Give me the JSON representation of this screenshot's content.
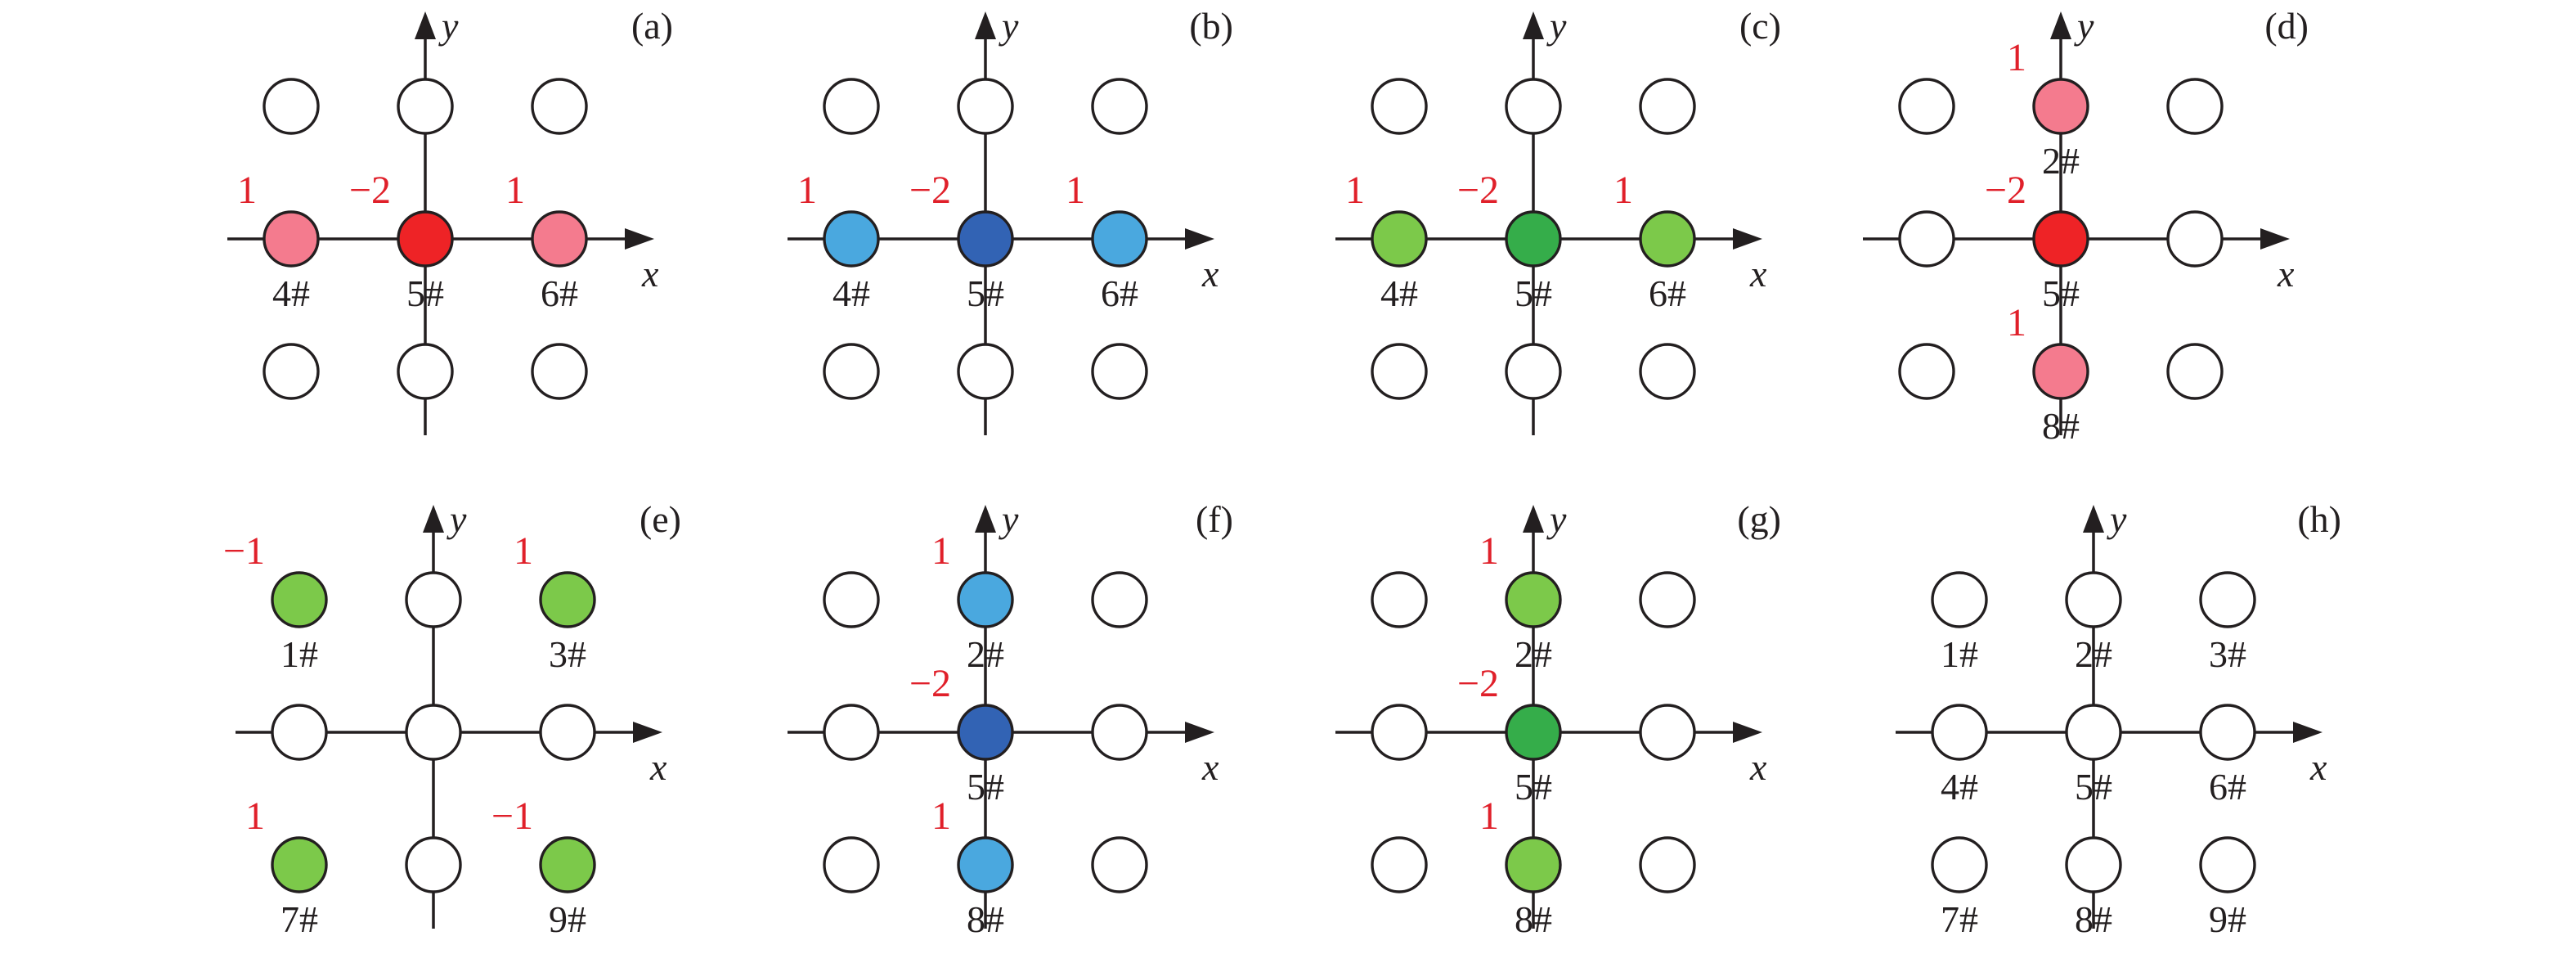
{
  "colors": {
    "white": "#ffffff",
    "pink": "#f47b8e",
    "red": "#ee2326",
    "light_blue": "#4aa8df",
    "dark_blue": "#3263b4",
    "light_green": "#7cc94a",
    "dark_green": "#35ad4a",
    "coefficient_text": "#e0202a",
    "line": "#231f20"
  },
  "axis_labels": {
    "x": "x",
    "y": "y"
  },
  "panels": [
    {
      "id": "a",
      "label": "(a)",
      "nodes": [
        "white",
        "white",
        "white",
        "pink",
        "red",
        "pink",
        "white",
        "white",
        "white"
      ],
      "tags": {
        "4": "4#",
        "5": "5#",
        "6": "6#"
      },
      "coefficients": {
        "4": "1",
        "5": "−2",
        "6": "1"
      }
    },
    {
      "id": "b",
      "label": "(b)",
      "nodes": [
        "white",
        "white",
        "white",
        "light_blue",
        "dark_blue",
        "light_blue",
        "white",
        "white",
        "white"
      ],
      "tags": {
        "4": "4#",
        "5": "5#",
        "6": "6#"
      },
      "coefficients": {
        "4": "1",
        "5": "−2",
        "6": "1"
      }
    },
    {
      "id": "c",
      "label": "(c)",
      "nodes": [
        "white",
        "white",
        "white",
        "light_green",
        "dark_green",
        "light_green",
        "white",
        "white",
        "white"
      ],
      "tags": {
        "4": "4#",
        "5": "5#",
        "6": "6#"
      },
      "coefficients": {
        "4": "1",
        "5": "−2",
        "6": "1"
      }
    },
    {
      "id": "d",
      "label": "(d)",
      "nodes": [
        "white",
        "pink",
        "white",
        "white",
        "red",
        "white",
        "white",
        "pink",
        "white"
      ],
      "tags": {
        "2": "2#",
        "5": "5#",
        "8": "8#"
      },
      "coefficients": {
        "2": "1",
        "5": "−2",
        "8": "1"
      }
    },
    {
      "id": "e",
      "label": "(e)",
      "nodes": [
        "light_green",
        "white",
        "light_green",
        "white",
        "white",
        "white",
        "light_green",
        "white",
        "light_green"
      ],
      "tags": {
        "1": "1#",
        "3": "3#",
        "7": "7#",
        "9": "9#"
      },
      "coefficients": {
        "1": "−1",
        "3": "1",
        "7": "1",
        "9": "−1"
      }
    },
    {
      "id": "f",
      "label": "(f)",
      "nodes": [
        "white",
        "light_blue",
        "white",
        "white",
        "dark_blue",
        "white",
        "white",
        "light_blue",
        "white"
      ],
      "tags": {
        "2": "2#",
        "5": "5#",
        "8": "8#"
      },
      "coefficients": {
        "2": "1",
        "5": "−2",
        "8": "1"
      }
    },
    {
      "id": "g",
      "label": "(g)",
      "nodes": [
        "white",
        "light_green",
        "white",
        "white",
        "dark_green",
        "white",
        "white",
        "light_green",
        "white"
      ],
      "tags": {
        "2": "2#",
        "5": "5#",
        "8": "8#"
      },
      "coefficients": {
        "2": "1",
        "5": "−2",
        "8": "1"
      }
    },
    {
      "id": "h",
      "label": "(h)",
      "nodes": [
        "white",
        "white",
        "white",
        "white",
        "white",
        "white",
        "white",
        "white",
        "white"
      ],
      "tags": {
        "1": "1#",
        "2": "2#",
        "3": "3#",
        "4": "4#",
        "5": "5#",
        "6": "6#",
        "7": "7#",
        "8": "8#",
        "9": "9#"
      },
      "coefficients": {}
    }
  ]
}
